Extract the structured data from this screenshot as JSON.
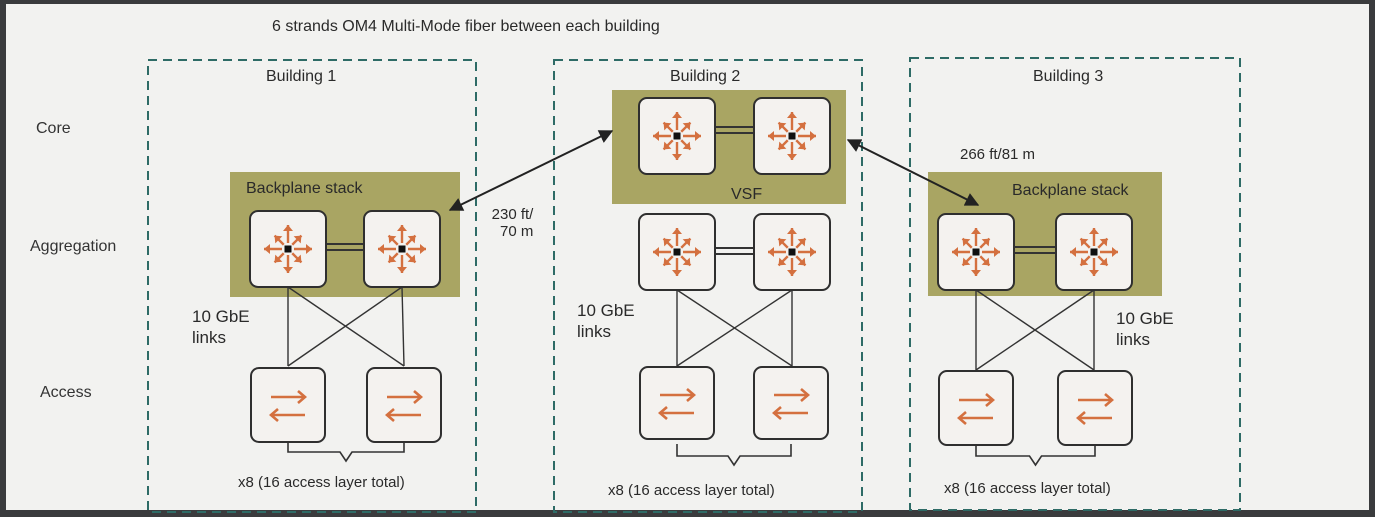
{
  "title": "6 strands OM4 Multi-Mode fiber between each building",
  "layers": {
    "core": "Core",
    "aggregation": "Aggregation",
    "access": "Access"
  },
  "buildings": [
    {
      "name": "Building 1",
      "group_label": "Backplane stack",
      "links_line1": "10 GbE",
      "links_line2": "links",
      "footer": "x8 (16 access layer total)"
    },
    {
      "name": "Building 2",
      "group_label": "VSF",
      "links_line1": "10 GbE",
      "links_line2": "links",
      "footer": "x8 (16 access layer total)"
    },
    {
      "name": "Building 3",
      "group_label": "Backplane stack",
      "links_line1": "10 GbE",
      "links_line2": "links",
      "footer": "x8 (16 access layer total)"
    }
  ],
  "distances": {
    "b1_b2_line1": "230 ft/",
    "b1_b2_line2": "70 m",
    "b2_b3": "266 ft/81 m"
  },
  "colors": {
    "background": "#f2f2f0",
    "dashed_border": "#2e6b66",
    "stack_fill": "#a9a563",
    "switch_fill": "#f4f2ef",
    "icon": "#d4703f",
    "line": "#333333"
  },
  "icons": {
    "routing_switch": "routing-switch-icon",
    "access_switch": "access-switch-icon"
  }
}
